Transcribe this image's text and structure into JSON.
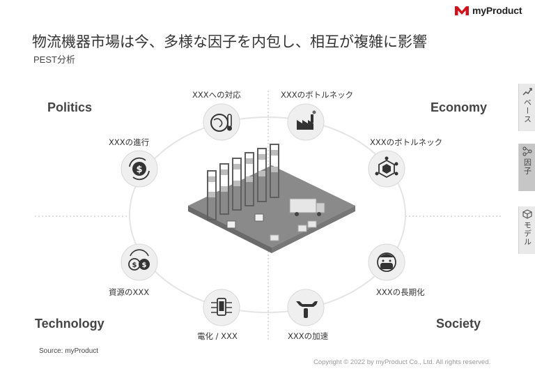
{
  "brand": {
    "name": "myProduct"
  },
  "header": {
    "title": "物流機器市場は今、多様な因子を内包し、相互が複雑に影響",
    "subtitle": "PEST分析"
  },
  "quadrants": {
    "politics": "Politics",
    "economy": "Economy",
    "technology": "Technology",
    "society": "Society"
  },
  "nodes": [
    {
      "label": "XXXへの対応",
      "icon": "globe-thermometer-icon"
    },
    {
      "label": "XXXのボトルネック",
      "icon": "factory-icon"
    },
    {
      "label": "XXXの進行",
      "icon": "currency-exchange-icon"
    },
    {
      "label": "XXXのボトルネック",
      "icon": "network-box-icon"
    },
    {
      "label": "資源のXXX",
      "icon": "coins-icon"
    },
    {
      "label": "XXXの長期化",
      "icon": "mask-face-icon"
    },
    {
      "label": "電化 / XXX",
      "icon": "smartphone-circuit-icon"
    },
    {
      "label": "XXXの加速",
      "icon": "wrench-hand-icon"
    }
  ],
  "footer": {
    "source": "Source: myProduct",
    "copyright": "Copyright © 2022 by myProduct Co., Ltd.  All rights reserved."
  },
  "side_tabs": [
    {
      "label": "ベース",
      "icon": "chart-up-icon",
      "active": false
    },
    {
      "label": "因子",
      "icon": "tree-nodes-icon",
      "active": true
    },
    {
      "label": "モデル",
      "icon": "cube-icon",
      "active": false
    }
  ]
}
